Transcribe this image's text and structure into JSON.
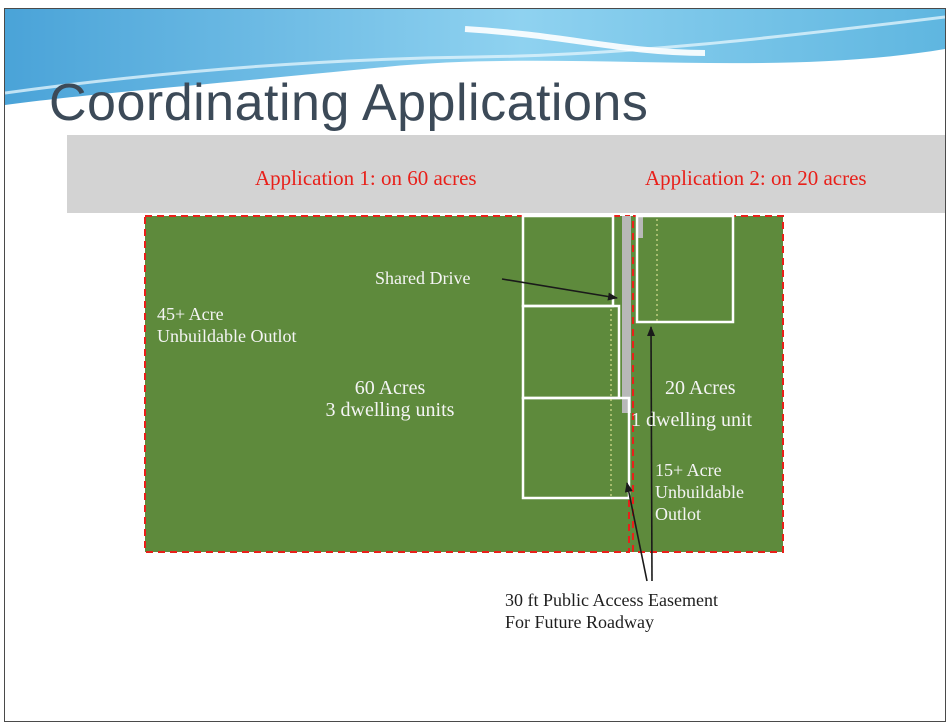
{
  "slide": {
    "title": "Coordinating Applications",
    "applications": [
      {
        "label": "Application 1: on 60 acres"
      },
      {
        "label": "Application 2: on 20 acres"
      }
    ],
    "labels": {
      "outlot_45": [
        "45+ Acre",
        "Unbuildable Outlot"
      ],
      "parcel_60": [
        "60 Acres",
        "3 dwelling units"
      ],
      "parcel_20": [
        "20 Acres",
        "1 dwelling unit"
      ],
      "outlot_15": [
        "15+ Acre",
        "Unbuildable",
        "Outlot"
      ],
      "shared_drive": "Shared Drive",
      "easement": [
        "30 ft Public Access Easement",
        "For Future Roadway"
      ]
    },
    "colors": {
      "field": "#5e8a3c",
      "boundary": "#e8201a",
      "lot_outline": "#ffffff",
      "drive": "#b8b8b8",
      "banner": "#d3d3d3",
      "banner_text": "#e8201a",
      "title": "#3c4a58"
    },
    "icons": {
      "header": "blue-wave-decoration",
      "pointers": "arrow-icon"
    }
  }
}
